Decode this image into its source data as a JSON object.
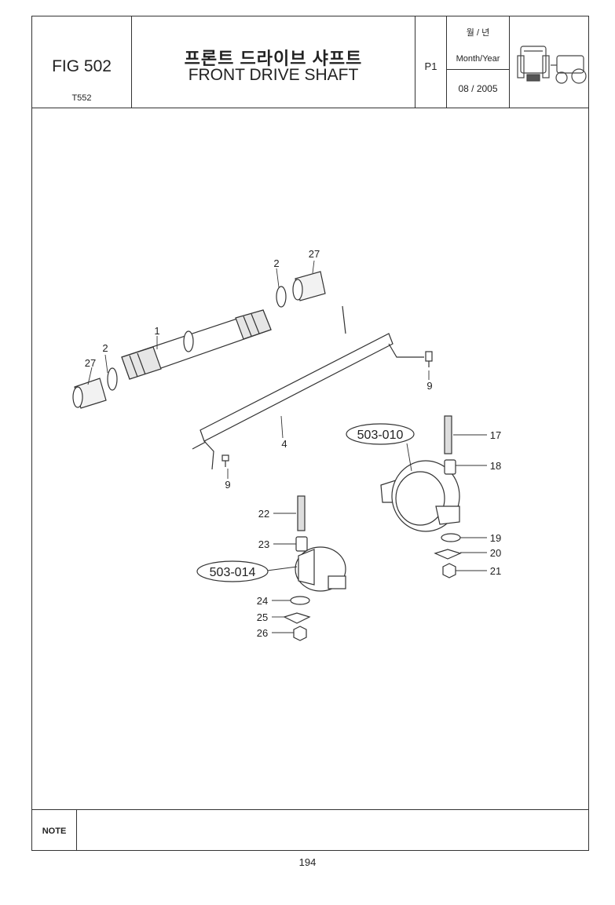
{
  "header": {
    "fig_no": "FIG 502",
    "model": "T552",
    "title_ko": "프론트 드라이브 샤프트",
    "title_en": "FRONT DRIVE SHAFT",
    "page": "P1",
    "date_label_ko": "월 / 년",
    "date_label_en": "Month/Year",
    "date_value": "08 / 2005"
  },
  "callouts": {
    "c1": "1",
    "c2a": "2",
    "c2b": "2",
    "c27a": "27",
    "c27b": "27",
    "c4": "4",
    "c9a": "9",
    "c9b": "9",
    "c17": "17",
    "c18": "18",
    "c19": "19",
    "c20": "20",
    "c21": "21",
    "c22": "22",
    "c23": "23",
    "c24": "24",
    "c25": "25",
    "c26": "26"
  },
  "refs": {
    "r010": "503-010",
    "r014": "503-014"
  },
  "footer": {
    "note_label": "NOTE",
    "page_number": "194"
  }
}
